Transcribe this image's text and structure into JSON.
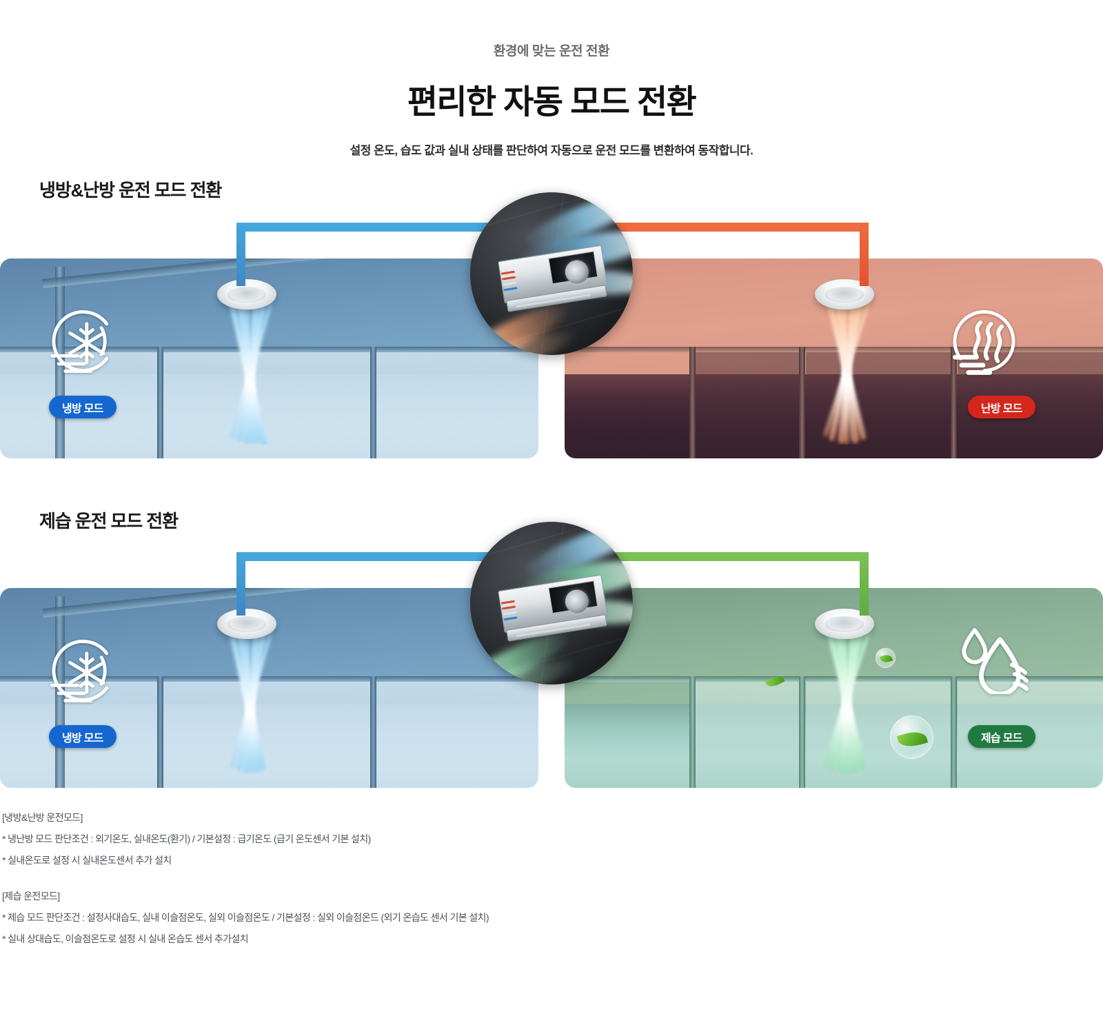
{
  "header": {
    "eyebrow": "환경에 맞는 운전 전환",
    "headline": "편리한 자동 모드 전환",
    "subcopy": "설정 온도, 습도 값과 실내 상태를 판단하여 자동으로 운전 모드를 변환하여 동작합니다."
  },
  "sections": [
    {
      "title": "냉방&난방 운전 모드 전환",
      "left": {
        "badge_label": "냉방 모드",
        "badge_color": "#1567cf",
        "icon_name": "snowflake-icon",
        "pipe_color": "#45a8dc"
      },
      "right": {
        "badge_label": "난방 모드",
        "badge_color": "#d4261b",
        "icon_name": "heat-waves-icon",
        "pipe_color": "#ef6b40"
      }
    },
    {
      "title": "제습 운전 모드 전환",
      "left": {
        "badge_label": "냉방 모드",
        "badge_color": "#1567cf",
        "icon_name": "snowflake-icon",
        "pipe_color": "#45a8dc"
      },
      "right": {
        "badge_label": "제습 모드",
        "badge_color": "#1f7a3f",
        "icon_name": "water-drop-icon",
        "pipe_color": "#7cc154"
      }
    }
  ],
  "device": {
    "name": "ducted-air-conditioner-unit"
  },
  "notes": {
    "group1_title": "[냉방&난방 운전모드]",
    "group1_line1": "* 냉난방 모드 판단조건 : 외기온도, 실내온도(환기) / 기본설정 : 급기온도 (급기 온도센서 기본 설치)",
    "group1_line2": "* 실내온도로 설정 시 실내온도센서 추가 설치",
    "group2_title": "[제습 운전모드]",
    "group2_line1": "* 제습 모드 판단조건 : 설정사대습도, 실내 이슬점온도, 실외 이슬점온도 / 기본설정 : 실외 이슬점온드 (외기 온습도 센서 기본 설치)",
    "group2_line2": "* 실내 상대습도, 이슬점온도로 설정 시 실내 온습도 센서 추가설치"
  }
}
